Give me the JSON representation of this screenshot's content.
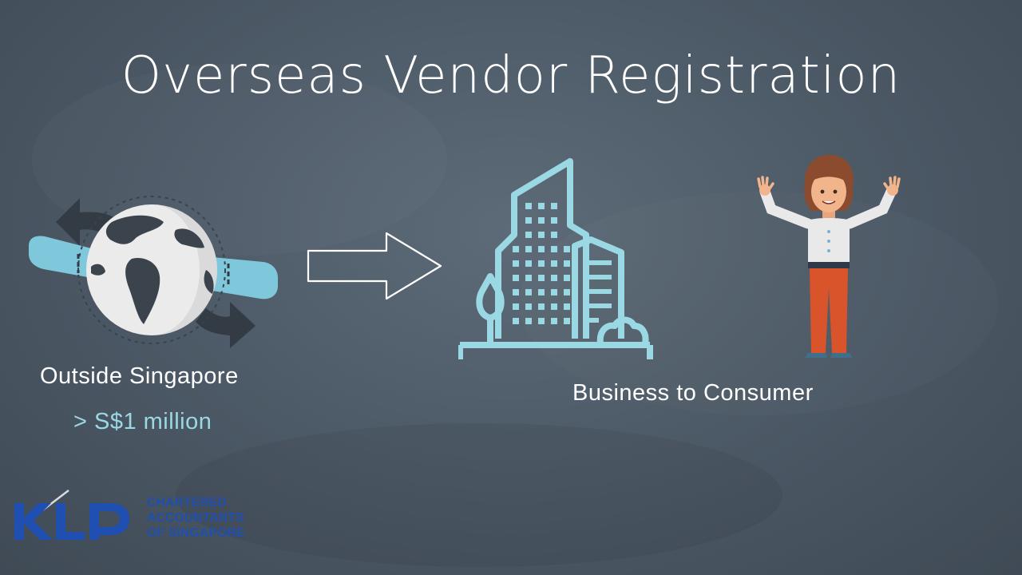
{
  "slide": {
    "title": "Overseas Vendor Registration",
    "left_caption": "Outside Singapore",
    "threshold": "> S$1 million",
    "right_caption": "Business to Consumer"
  },
  "logo": {
    "mark": "KLP",
    "line1": "CHARTERED",
    "line2": "ACCOUNTANTS",
    "line3": "OF SINGAPORE"
  },
  "icons": {
    "globe": "globe-with-arrows-icon",
    "arrow": "right-arrow-outline-icon",
    "building": "office-building-icon",
    "person": "cheering-woman-icon"
  },
  "colors": {
    "background": "#4e5b68",
    "text": "#ffffff",
    "accent_teal": "#9ad8e4",
    "logo_blue": "#1f4fb0",
    "pants_orange": "#d9542a"
  }
}
